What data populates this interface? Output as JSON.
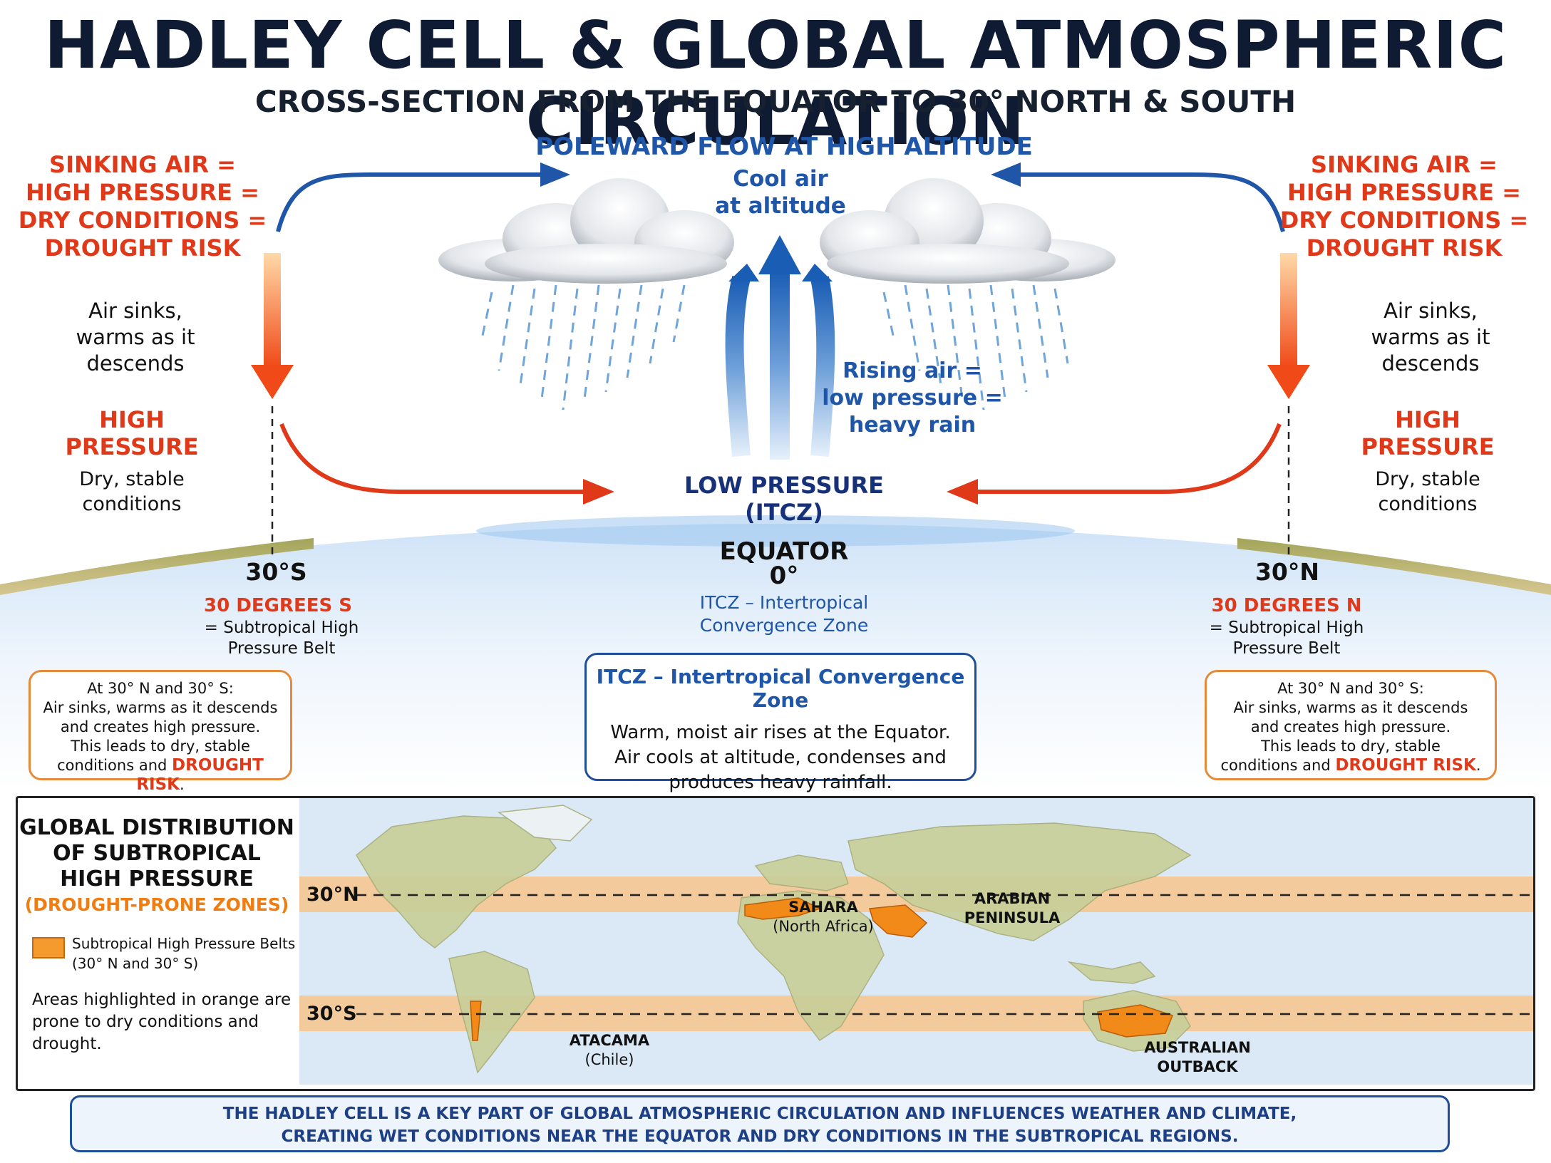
{
  "title": "HADLEY CELL & GLOBAL ATMOSPHERIC CIRCULATION",
  "subtitle": "CROSS-SECTION FROM THE EQUATOR TO 30° NORTH & SOUTH",
  "top_flow": {
    "heading": "POLEWARD FLOW AT HIGH ALTITUDE",
    "line1": "Cool air",
    "line2": "at altitude"
  },
  "rising": {
    "line1": "Rising air =",
    "line2": "low pressure =",
    "line3": "heavy rain"
  },
  "low_pressure": {
    "line1": "LOW PRESSURE",
    "line2": "(ITCZ)"
  },
  "equator": {
    "label": "EQUATOR",
    "degrees": "0°",
    "itcz1": "ITCZ – Intertropical",
    "itcz2": "Convergence Zone"
  },
  "left": {
    "sink1": "SINKING AIR =",
    "sink2": "HIGH PRESSURE =",
    "sink3": "DRY CONDITIONS =",
    "sink4": "DROUGHT RISK",
    "desc1": "Air sinks,",
    "desc2": "warms as it",
    "desc3": "descends",
    "hp1": "HIGH",
    "hp2": "PRESSURE",
    "dry1": "Dry, stable",
    "dry2": "conditions",
    "lat": "30°S",
    "deg": "30 DEGREES S",
    "belt1": "= Subtropical High",
    "belt2": "Pressure Belt"
  },
  "right": {
    "sink1": "SINKING AIR =",
    "sink2": "HIGH PRESSURE =",
    "sink3": "DRY CONDITIONS =",
    "sink4": "DROUGHT RISK",
    "desc1": "Air sinks,",
    "desc2": "warms as it",
    "desc3": "descends",
    "hp1": "HIGH",
    "hp2": "PRESSURE",
    "dry1": "Dry, stable",
    "dry2": "conditions",
    "lat": "30°N",
    "deg": "30 DEGREES N",
    "belt1": "= Subtropical High",
    "belt2": "Pressure Belt"
  },
  "side_box": {
    "l1": "At 30° N and 30° S:",
    "l2": "Air sinks, warms as it descends",
    "l3": "and creates high pressure.",
    "l4": "This leads to dry, stable",
    "l5a": "conditions and ",
    "l5b": "DROUGHT RISK",
    "l5c": "."
  },
  "itcz_box": {
    "heading": "ITCZ – Intertropical Convergence Zone",
    "l1": "Warm, moist air rises at the Equator.",
    "l2": "Air cools at altitude, condenses and",
    "l3": "produces heavy rainfall."
  },
  "map_panel": {
    "h1": "GLOBAL DISTRIBUTION",
    "h2": "OF SUBTROPICAL",
    "h3": "HIGH PRESSURE",
    "h4": "(DROUGHT-PRONE ZONES)",
    "legend1": "Subtropical High Pressure Belts",
    "legend2": "(30° N and 30° S)",
    "note1": "Areas highlighted in orange are",
    "note2": "prone to dry conditions and",
    "note3": "drought.",
    "lat_n": "30°N",
    "lat_s": "30°S",
    "sahara": "SAHARA",
    "sahara_sub": "(North Africa)",
    "arabia1": "ARABIAN",
    "arabia2": "PENINSULA",
    "atacama": "ATACAMA",
    "atacama_sub": "(Chile)",
    "aus1": "AUSTRALIAN",
    "aus2": "OUTBACK"
  },
  "footer": {
    "l1": "THE HADLEY CELL IS A KEY PART OF GLOBAL ATMOSPHERIC CIRCULATION AND INFLUENCES WEATHER AND CLIMATE,",
    "l2": "CREATING WET CONDITIONS NEAR THE EQUATOR AND DRY CONDITIONS IN THE SUBTROPICAL REGIONS."
  },
  "colors": {
    "red": "#e0391a",
    "blue": "#1f56a8",
    "navy": "#0f1b33",
    "orange_band": "#f7c48c",
    "orange_zone": "#f28a1a",
    "ocean": "#dbe9f6"
  },
  "icons": [
    "cloud-icon",
    "rain-icon",
    "arrow-up-icon",
    "arrow-down-icon",
    "arrow-left-icon",
    "arrow-right-icon"
  ]
}
